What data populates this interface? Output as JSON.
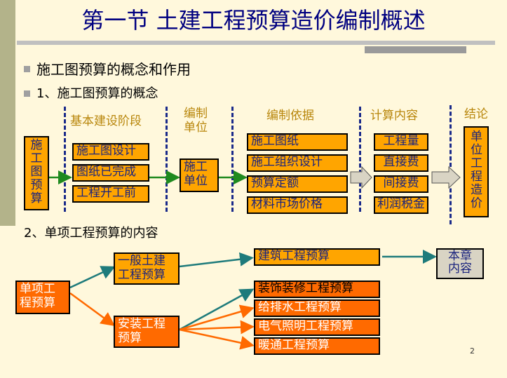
{
  "title": "第一节 土建工程预算造价编制概述",
  "bullets": [
    "施工图预算的概念和作用",
    "1、施工图预算的概念",
    "2、单项工程预算的内容"
  ],
  "headers": {
    "stage": "基本建设阶段",
    "unit": "编制\n单位",
    "basis": "编制依据",
    "calc": "计算内容",
    "result": "结论"
  },
  "left_box": "施工图预算",
  "stage_items": [
    "施工图设计",
    "图纸已完成",
    "工程开工前"
  ],
  "unit_box": "施工\n单位",
  "basis_items": [
    "施工图纸",
    "施工组织设计",
    "预算定额",
    "材料市场价格"
  ],
  "calc_items": [
    "工程量",
    "直接费",
    "间接费",
    "利润税金"
  ],
  "result_box": "单位工程造价",
  "lower": {
    "root": "单项工\n程预算",
    "general": "一般土建\n工程预算",
    "install": "安装工程\n预算",
    "building": "建筑工程预算",
    "chapter": "本章\n内容",
    "install_items": [
      "装饰装修工程预算",
      "给排水工程预算",
      "电气照明工程预算",
      "暖通工程预算"
    ]
  },
  "page_number": "2",
  "colors": {
    "title": "#000080",
    "box": "#ffa500",
    "box_red": "#ff6a00",
    "arrow_teal": "#1e7b7b",
    "arrow_orange": "#ff6a00",
    "arrow_green": "#1f8a1f"
  }
}
